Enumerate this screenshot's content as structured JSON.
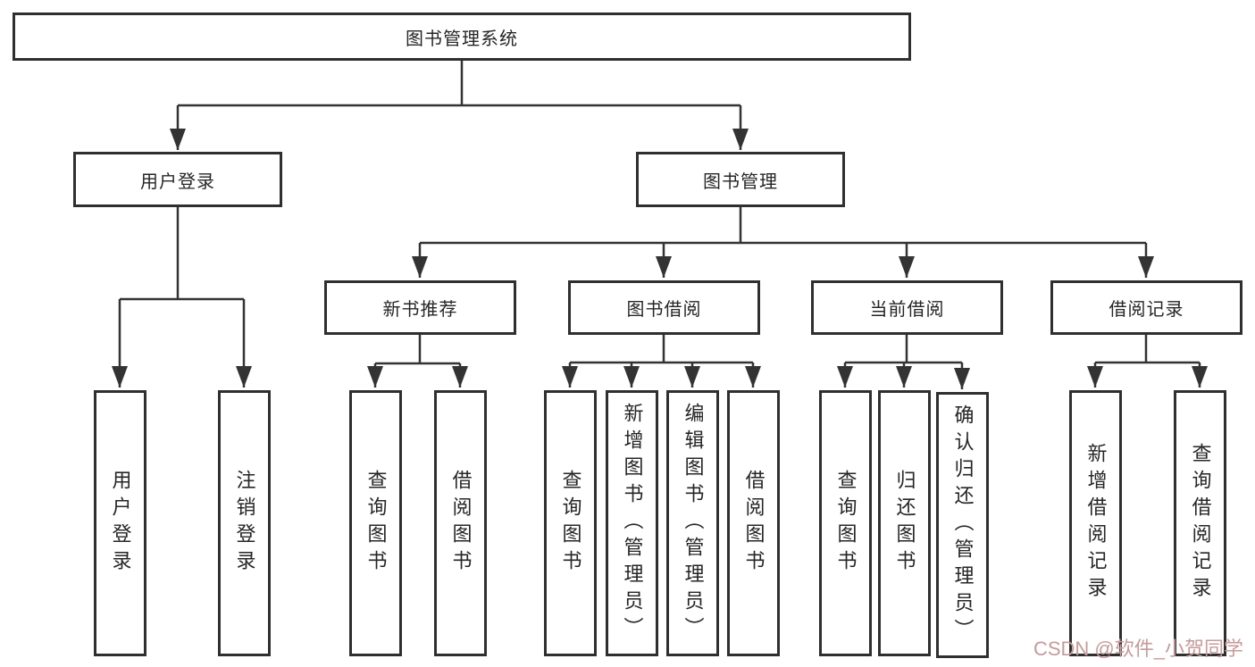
{
  "diagram_title": "图书管理系统",
  "colors": {
    "line": "#333333",
    "box_border": "#2f2f2f",
    "box_background": "#ffffff",
    "text": "#262626",
    "watermark": "#c89a9a"
  },
  "tree": {
    "root": "图书管理系统",
    "children": [
      {
        "label": "用户登录",
        "children": [
          "用户登录",
          "注销登录"
        ]
      },
      {
        "label": "图书管理",
        "children": [
          {
            "label": "新书推荐",
            "children": [
              "查询图书",
              "借阅图书"
            ]
          },
          {
            "label": "图书借阅",
            "children": [
              "查询图书",
              "新增图书（管理员）",
              "编辑图书（管理员）",
              "借阅图书"
            ]
          },
          {
            "label": "当前借阅",
            "children": [
              "查询图书",
              "归还图书",
              "确认归还（管理员）"
            ]
          },
          {
            "label": "借阅记录",
            "children": [
              "新增借阅记录",
              "查询借阅记录"
            ]
          }
        ]
      }
    ]
  },
  "watermark": {
    "text": "CSDN @软件_小贺同学"
  }
}
